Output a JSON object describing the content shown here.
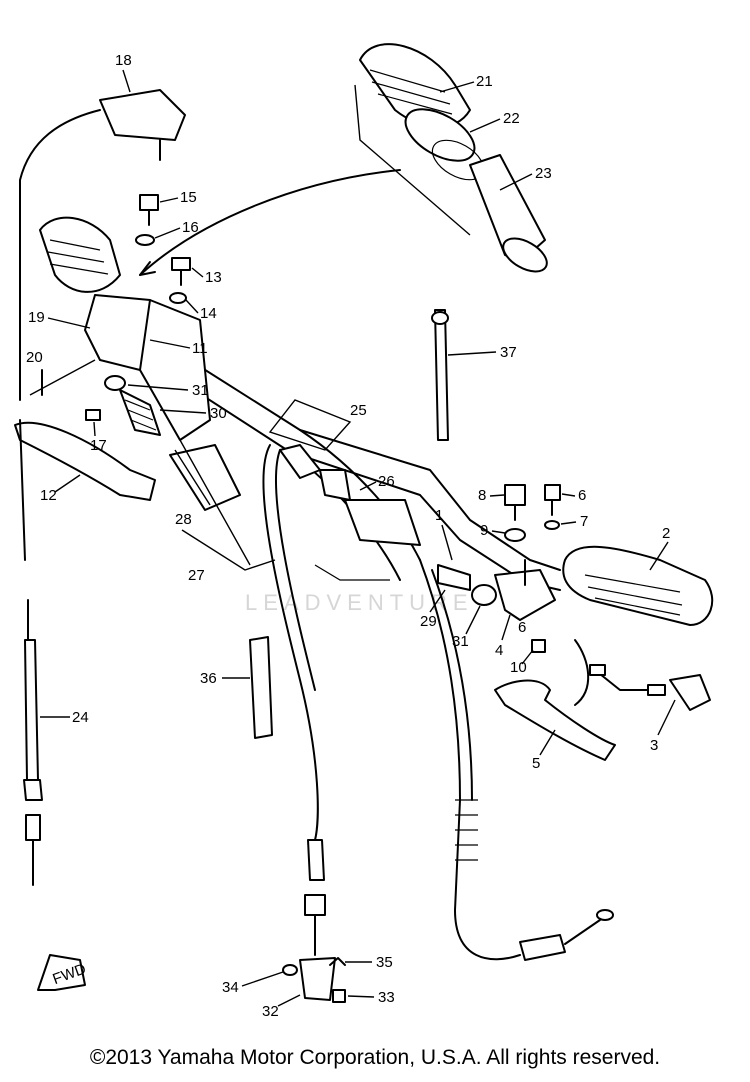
{
  "copyright": "©2013 Yamaha Motor Corporation, U.S.A. All rights reserved.",
  "watermark": "LEADVENTURE",
  "fwd_label": "FWD",
  "callouts": [
    "1",
    "2",
    "3",
    "4",
    "5",
    "6",
    "7",
    "8",
    "9",
    "10",
    "11",
    "12",
    "13",
    "14",
    "15",
    "16",
    "17",
    "18",
    "19",
    "20",
    "21",
    "22",
    "23",
    "24",
    "25",
    "26",
    "27",
    "28",
    "29",
    "30",
    "31",
    "31",
    "32",
    "33",
    "34",
    "35",
    "36",
    "37"
  ]
}
